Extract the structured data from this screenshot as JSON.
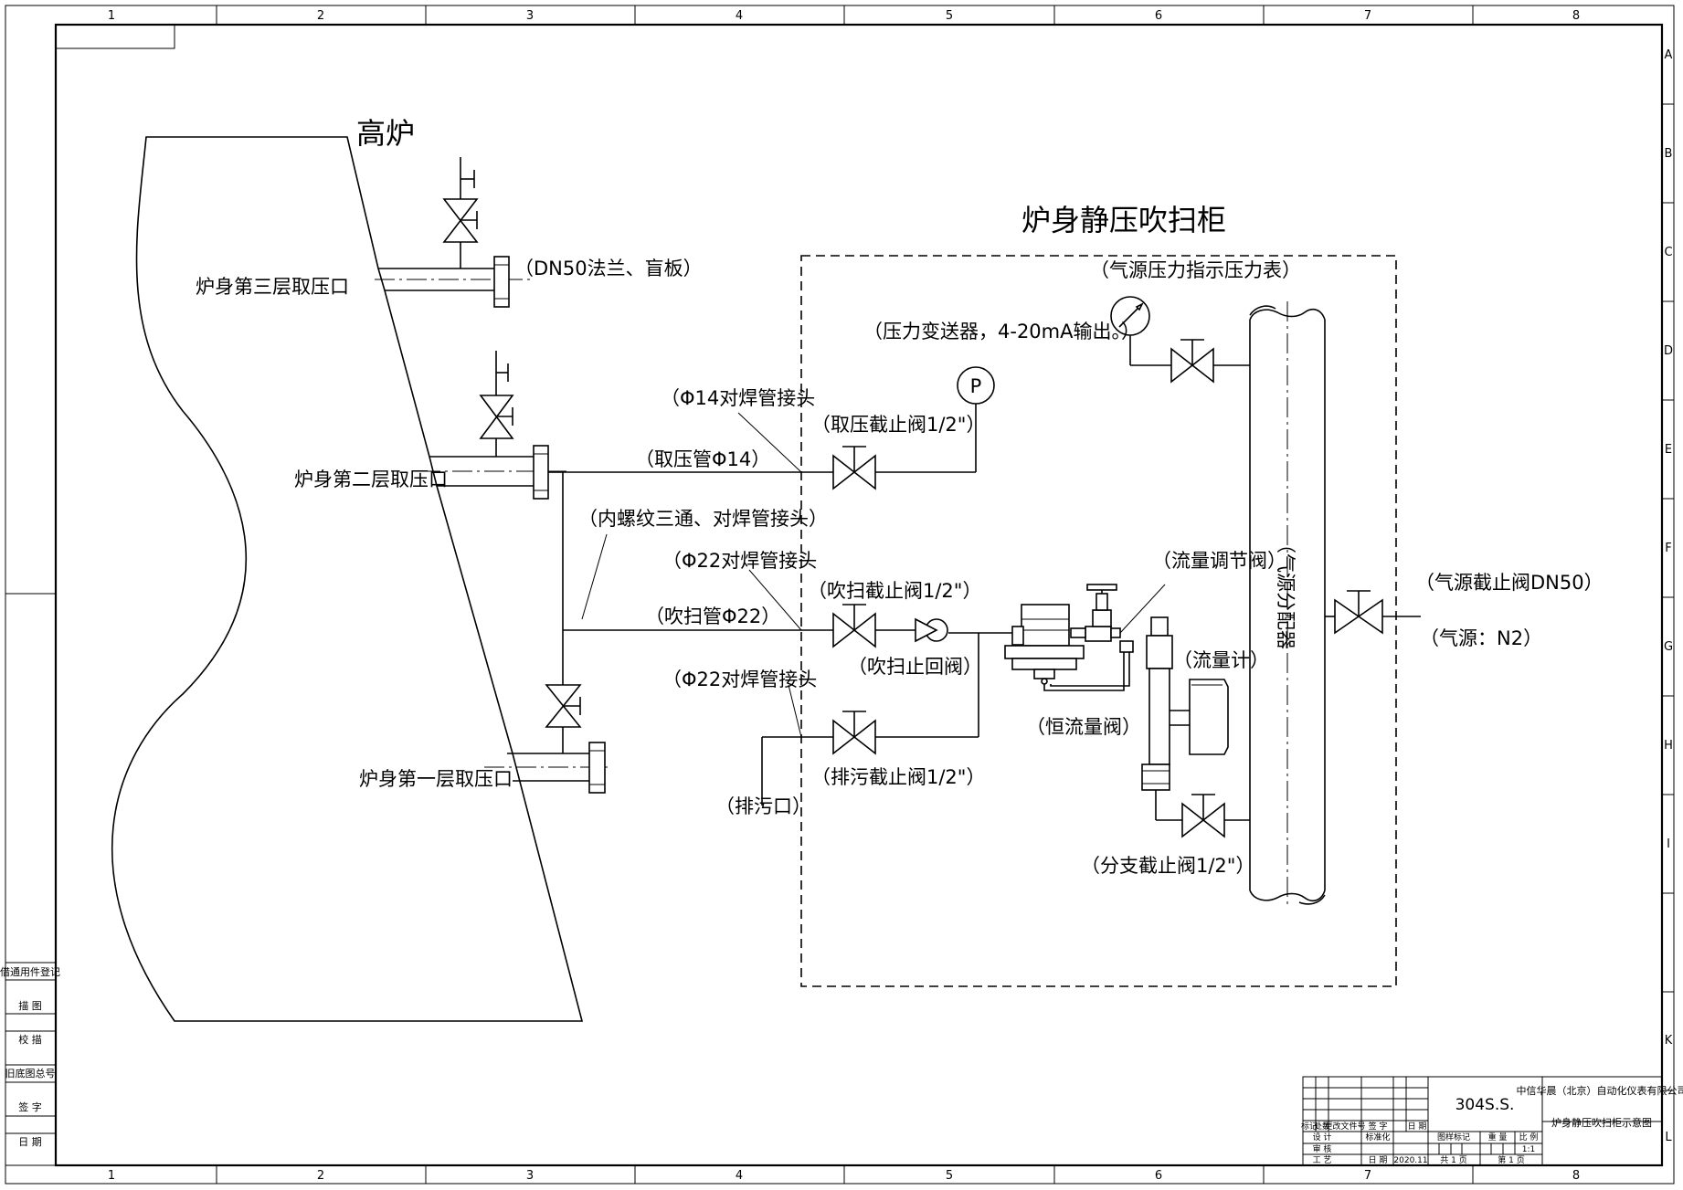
{
  "grid": {
    "columns": [
      "1",
      "2",
      "3",
      "4",
      "5",
      "6",
      "7",
      "8"
    ],
    "rows": [
      "A",
      "B",
      "C",
      "D",
      "E",
      "F",
      "G",
      "H",
      "I",
      "K",
      "L"
    ]
  },
  "titles": {
    "blast_furnace": "高炉",
    "cabinet": "炉身静压吹扫柜"
  },
  "taps": {
    "level3": "炉身第三层取压口",
    "level2": "炉身第二层取压口",
    "level1": "炉身第一层取压口"
  },
  "labels": {
    "dn50_flange": "（DN50法兰、盲板）",
    "gauge": "（气源压力指示压力表）",
    "transmitter": "（压力变送器，4-20mA输出。）",
    "weld_joint_14": "（Φ14对焊管接头",
    "pressure_valve": "（取压截止阀1/2\"）",
    "pressure_pipe": "（取压管Φ14）",
    "tee": "（内螺纹三通、对焊管接头）",
    "weld_joint_22_top": "（Φ22对焊管接头",
    "flow_reg_valve": "（流量调节阀）",
    "purge_valve": "（吹扫截止阀1/2\"）",
    "purge_pipe": "（吹扫管Φ22）",
    "check_valve": "（吹扫止回阀）",
    "flowmeter": "（流量计）",
    "weld_joint_22_bottom": "（Φ22对焊管接头",
    "const_flow_valve": "（恒流量阀）",
    "drain_valve": "（排污截止阀1/2\"）",
    "drain_port": "（排污口）",
    "branch_valve": "（分支截止阀1/2\"）",
    "header": "（气源分配器",
    "source_valve": "（气源截止阀DN50）",
    "source": "（气源：N2）",
    "p_symbol": "P"
  },
  "side_stamp": [
    "借通用件登记",
    "描 图",
    "校 描",
    "旧底图总号",
    "签 字",
    "日 期"
  ],
  "title_block": {
    "material": "304S.S.",
    "company": "中信华晨（北京）自动化仪表有限公司",
    "drawing_title": "炉身静压吹扫柜示意图",
    "rev_headers": [
      "标记",
      "处数",
      "更改文件号",
      "签 字",
      "日 期"
    ],
    "design": "设 计",
    "standard": "标准化",
    "review": "审 核",
    "process": "工 艺",
    "date_label": "日 期",
    "date": "2020.11",
    "stage_mark": "图样标记",
    "weight": "重 量",
    "scale": "比 例",
    "scale_value": "1:1",
    "total_sheets": "共 1 页",
    "sheet_no": "第 1 页"
  }
}
